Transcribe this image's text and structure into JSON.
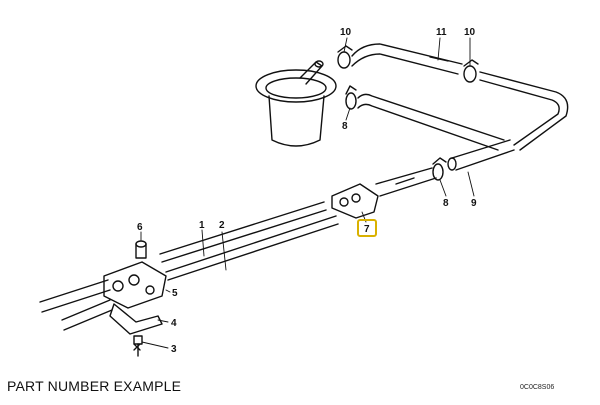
{
  "caption": "PART NUMBER EXAMPLE",
  "diagram_code": "0C0C8S06",
  "highlight_color": "#d9b100",
  "callouts": {
    "c1": "1",
    "c2": "2",
    "c3": "3",
    "c4": "4",
    "c5": "5",
    "c6": "6",
    "c7": "7",
    "c8a": "8",
    "c8b": "8",
    "c9": "9",
    "c10a": "10",
    "c10b": "10",
    "c11": "11"
  }
}
